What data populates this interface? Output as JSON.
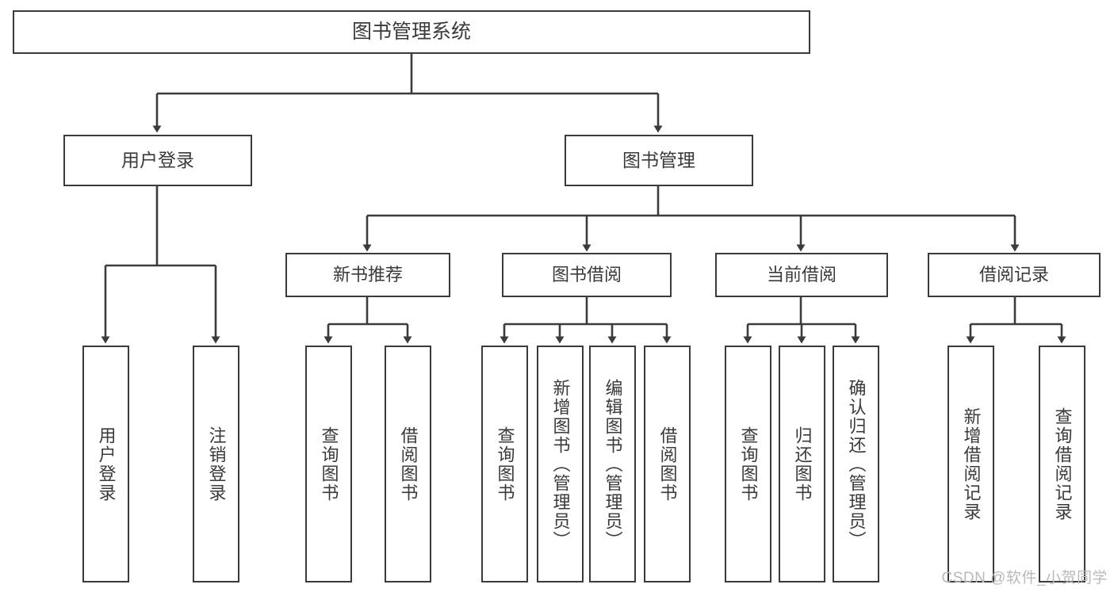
{
  "diagram": {
    "type": "tree",
    "title": "图书管理系统",
    "colors": {
      "background": "#ffffff",
      "node_border": "#3b3b3b",
      "node_fill": "#ffffff",
      "text": "#3a3a3a",
      "edge": "#3b3b3b",
      "watermark": "#b9b9b9"
    },
    "nodes": {
      "root": {
        "label": "图书管理系统"
      },
      "level1": [
        {
          "id": "user-login",
          "label": "用户登录"
        },
        {
          "id": "book-management",
          "label": "图书管理"
        }
      ],
      "level2": [
        {
          "id": "new-book-recommend",
          "label": "新书推荐"
        },
        {
          "id": "book-borrow",
          "label": "图书借阅"
        },
        {
          "id": "current-borrow",
          "label": "当前借阅"
        },
        {
          "id": "borrow-record",
          "label": "借阅记录"
        }
      ],
      "leaves": {
        "user-login": [
          {
            "id": "leaf-user-login",
            "label": "用户登录"
          },
          {
            "id": "leaf-logout-login",
            "label": "注销登录"
          }
        ],
        "new-book-recommend": [
          {
            "id": "leaf-query-book-1",
            "label": "查询图书"
          },
          {
            "id": "leaf-borrow-book-1",
            "label": "借阅图书"
          }
        ],
        "book-borrow": [
          {
            "id": "leaf-query-book-2",
            "label": "查询图书"
          },
          {
            "id": "leaf-add-book-admin",
            "label": "新增图书（管理员）"
          },
          {
            "id": "leaf-edit-book-admin",
            "label": "编辑图书（管理员）"
          },
          {
            "id": "leaf-borrow-book-2",
            "label": "借阅图书"
          }
        ],
        "current-borrow": [
          {
            "id": "leaf-query-book-3",
            "label": "查询图书"
          },
          {
            "id": "leaf-return-book",
            "label": "归还图书"
          },
          {
            "id": "leaf-confirm-return-admin",
            "label": "确认归还（管理员）"
          }
        ],
        "borrow-record": [
          {
            "id": "leaf-add-borrow-record",
            "label": "新增借阅记录"
          },
          {
            "id": "leaf-query-borrow-record",
            "label": "查询借阅记录"
          }
        ]
      }
    },
    "watermark": "CSDN @软件_小贺同学"
  }
}
